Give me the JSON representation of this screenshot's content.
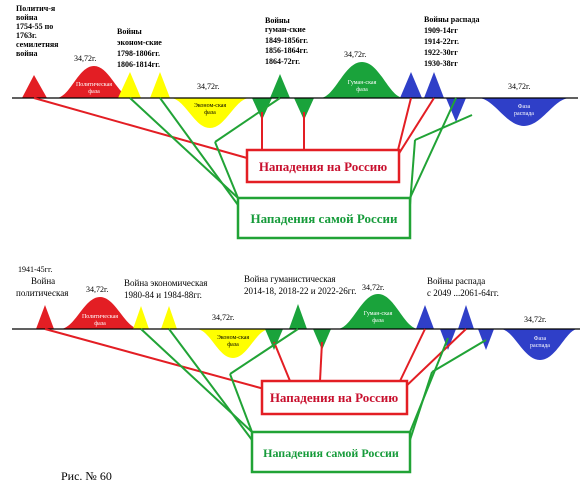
{
  "colors": {
    "political": "#e31e24",
    "economic": "#ffff00",
    "humanitarian": "#1aa33b",
    "disintegration": "#2f3fc8",
    "axis": "#000000",
    "box_red": "#e31e24",
    "box_green": "#21a336",
    "label_red": "#c8102e",
    "label_green": "#169b3a"
  },
  "top": {
    "labels": {
      "political_war": [
        "Политич-я",
        "война",
        "1754-55 по",
        "1763г.",
        "семилетняя",
        "война"
      ],
      "economic_war": [
        "Войны",
        "эконом-ские",
        "1798-1806гг.",
        "1806-1814гг."
      ],
      "humanitarian_war": [
        "Войны",
        "гуман-ские",
        "1849-1856гг.",
        "1856-1864гг.",
        "1864-72гг."
      ],
      "disintegration_war": [
        "Войны распада",
        "1909-14гг",
        "1914-22гг.",
        "1922-30гг",
        "1930-38гг"
      ]
    },
    "periods": [
      "34,72г.",
      "34,72г.",
      "34,72г.",
      "34,72г."
    ],
    "phases": {
      "political": [
        "Политическая",
        "фаза"
      ],
      "economic": [
        "Эконом-ская",
        "фаза"
      ],
      "humanitarian": [
        "Гуман-ская",
        "фаза"
      ],
      "disintegration": [
        "Фаза",
        "распада"
      ]
    },
    "attacks_on_russia": "Нападения на Россию",
    "attacks_by_russia": "Нападения самой России"
  },
  "bottom": {
    "labels": {
      "political_war": [
        "1941-45гг.",
        "Война",
        "политическая"
      ],
      "economic_war": [
        "Война экономическая",
        "1980-84 и 1984-88гг."
      ],
      "humanitarian_war": [
        "Война гуманистическая",
        "2014-18, 2018-22 и 2022-26гг."
      ],
      "disintegration_war": [
        "Войны распада",
        "с 2049 ...2061-64гг."
      ]
    },
    "periods": [
      "34,72г.",
      "34,72г.",
      "34,72г.",
      "34,72г."
    ],
    "phases": {
      "political": [
        "Политическая",
        "фаза"
      ],
      "economic": [
        "Эконом-ская",
        "фаза"
      ],
      "humanitarian": [
        "Гуман-ская",
        "фаза"
      ],
      "disintegration": [
        "Фаза",
        "распада"
      ]
    },
    "attacks_on_russia": "Нападения на Россию",
    "attacks_by_russia": "Нападения самой России"
  },
  "caption": "Рис. № 60"
}
